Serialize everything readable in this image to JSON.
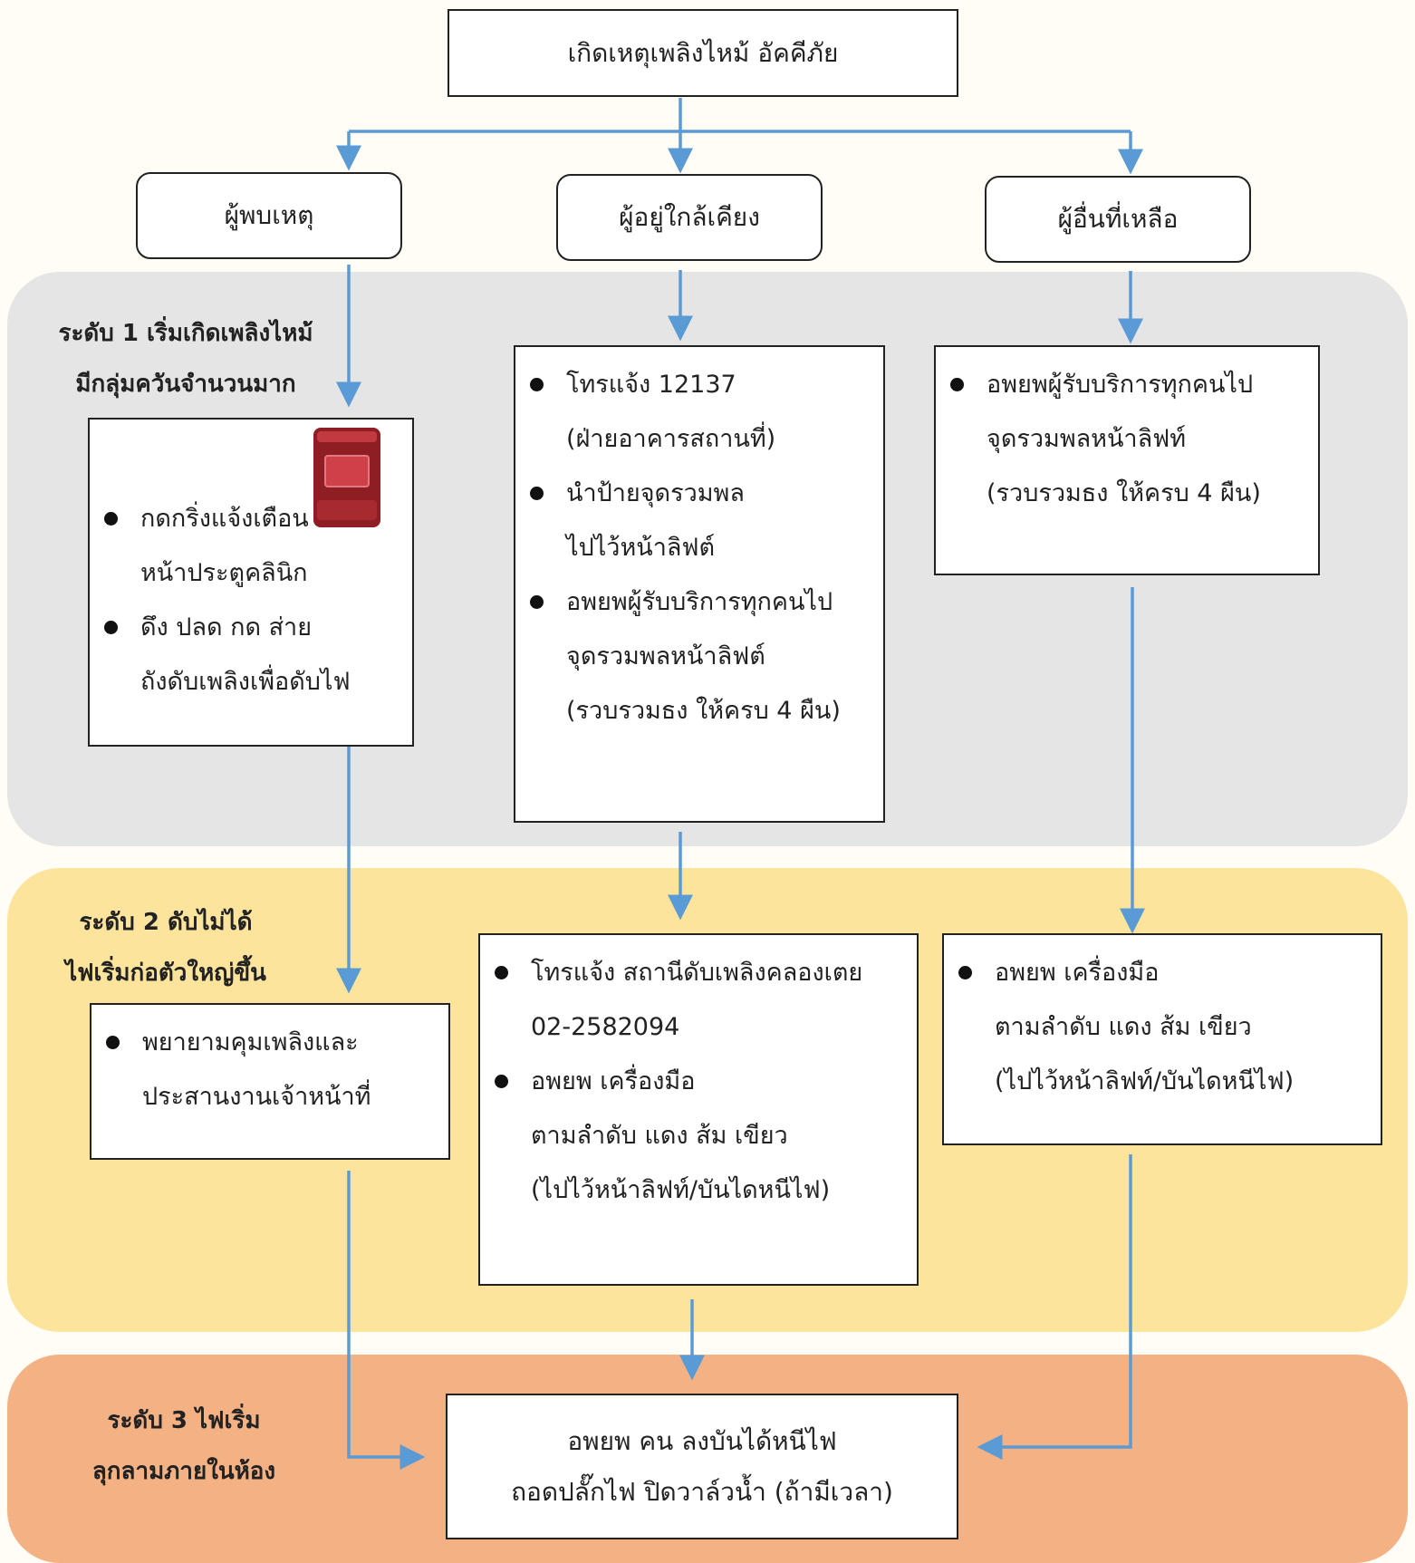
{
  "title": "เกิดเหตุเพลิงไหม้ อัคคีภัย",
  "roles": {
    "finder": "ผู้พบเหตุ",
    "nearby": "ผู้อยู่ใกล้เคียง",
    "others": "ผู้อื่นที่เหลือ"
  },
  "level1": {
    "label_line1": "ระดับ 1 เริ่มเกิดเพลิงไหม้",
    "label_line2": "มีกลุ่มควันจำนวนมาก",
    "finder_items": [
      {
        "line1": "กดกริ่งแจ้งเตือน",
        "line2": "หน้าประตูคลินิก"
      },
      {
        "line1": "ดึง ปลด กด ส่าย",
        "line2": "ถังดับเพลิงเพื่อดับไฟ"
      }
    ],
    "nearby_items": [
      {
        "line1": "โทรแจ้ง 12137",
        "line2": "(ฝ่ายอาคารสถานที่)"
      },
      {
        "line1": "นำป้ายจุดรวมพล",
        "line2": "ไปไว้หน้าลิฟต์"
      },
      {
        "line1": "อพยพผู้รับบริการทุกคนไป",
        "line2": "จุดรวมพลหน้าลิฟต์",
        "line3": "(รวบรวมธง ให้ครบ 4 ผืน)"
      }
    ],
    "others_items": [
      {
        "line1": "อพยพผู้รับบริการทุกคนไป",
        "line2": "จุดรวมพลหน้าลิฟท์",
        "line3": "(รวบรวมธง ให้ครบ 4 ผืน)"
      }
    ]
  },
  "level2": {
    "label_line1": "ระดับ 2 ดับไม่ได้",
    "label_line2": "ไฟเริ่มก่อตัวใหญ่ขึ้น",
    "finder_items": [
      {
        "line1": "พยายามคุมเพลิงและ",
        "line2": "ประสานงานเจ้าหน้าที่"
      }
    ],
    "nearby_items": [
      {
        "line1": "โทรแจ้ง สถานีดับเพลิงคลองเตย",
        "line2": "02-2582094"
      },
      {
        "line1": "อพยพ เครื่องมือ",
        "line2": "ตามลำดับ แดง ส้ม เขียว",
        "line3": "(ไปไว้หน้าลิฟท์/บันไดหนีไฟ)"
      }
    ],
    "others_items": [
      {
        "line1": "อพยพ เครื่องมือ",
        "line2": "ตามลำดับ แดง ส้ม เขียว",
        "line3": "(ไปไว้หน้าลิฟท์/บันไดหนีไฟ)"
      }
    ]
  },
  "level3": {
    "label_line1": "ระดับ 3 ไฟเริ่ม",
    "label_line2": "ลุกลามภายในห้อง",
    "action_line1": "อพยพ คน ลงบันได้หนีไฟ",
    "action_line2": "ถอดปลั๊กไฟ ปิดวาล์วน้ำ (ถ้ามีเวลา)"
  },
  "colors": {
    "arrow": "#5b9bd5",
    "band1": "#e5e5e6",
    "band2": "#fde49c",
    "band3": "#f3b184"
  },
  "icons": {
    "fire_alarm": "fire-alarm-pull-station-icon"
  }
}
